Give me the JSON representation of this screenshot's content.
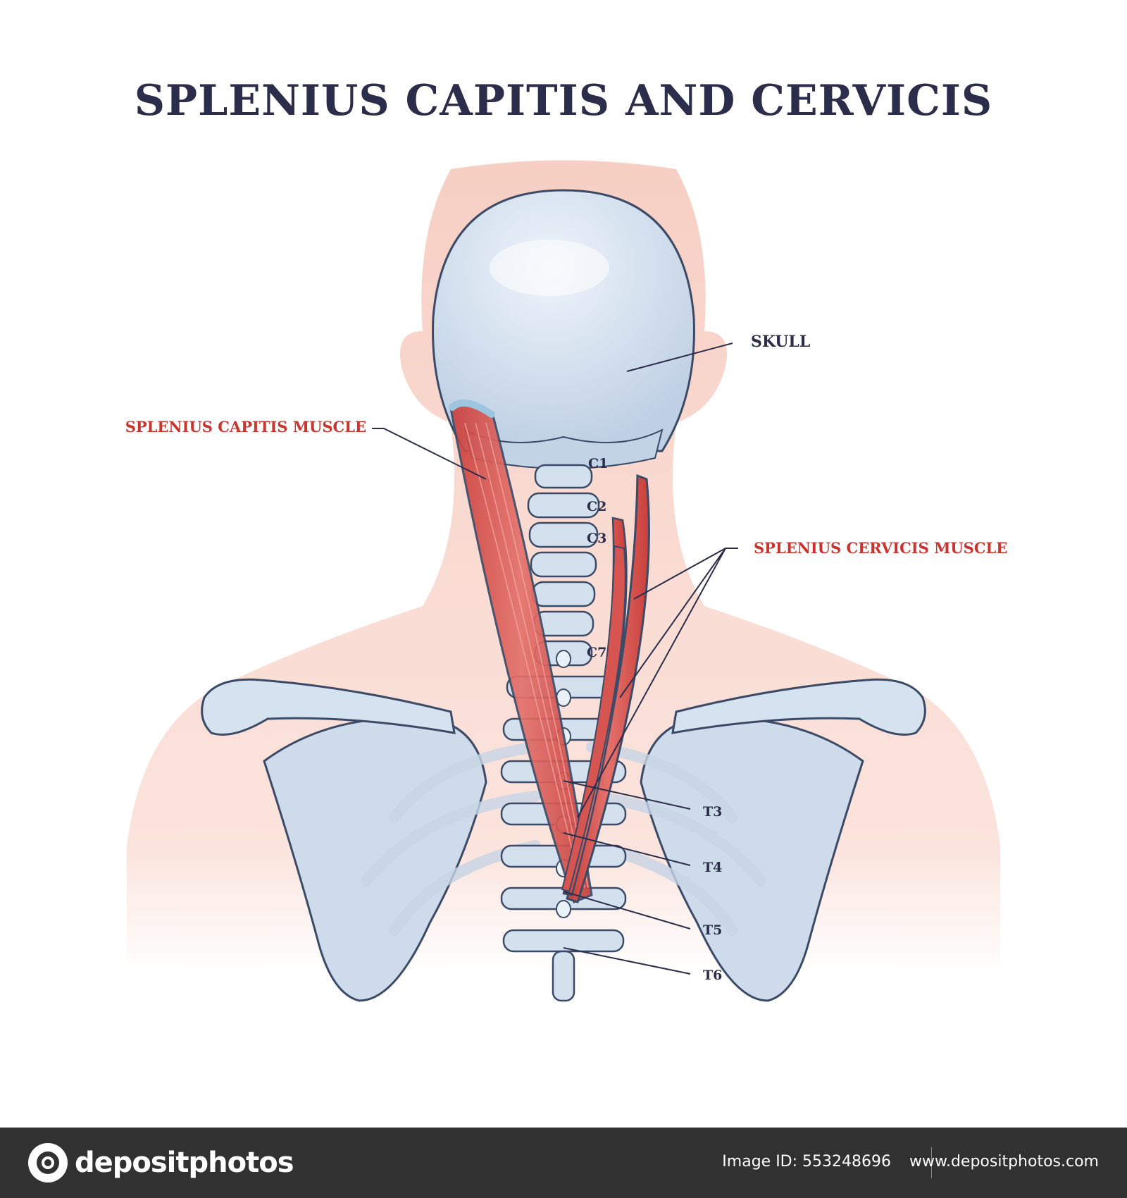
{
  "title": "SPLENIUS CAPITIS AND CERVICIS",
  "colors": {
    "title": "#2b2d4a",
    "navy_label": "#2b2d4a",
    "red_label": "#c8342e",
    "bone": "#cfdcea",
    "bone_outline": "#3b4a66",
    "muscle": "#d9524d",
    "skin": "#f9dcd4",
    "footer_bg": "#313131"
  },
  "labels": {
    "skull": "SKULL",
    "splenius_capitis": "SPLENIUS CAPITIS MUSCLE",
    "splenius_cervicis": "SPLENIUS CERVICIS MUSCLE",
    "c1": "C1",
    "c2": "C2",
    "c3": "C3",
    "c7": "C7",
    "t3": "T3",
    "t4": "T4",
    "t5": "T5",
    "t6": "T6"
  },
  "footer": {
    "brand": "depositphotos",
    "image_id": "Image ID: 553248696",
    "site": "www.depositphotos.com"
  }
}
